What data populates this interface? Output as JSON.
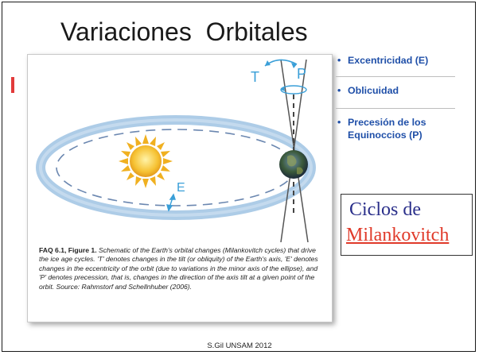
{
  "slide": {
    "title": "Variaciones  Orbitales",
    "footer": "S.Gil UNSAM 2012"
  },
  "figure": {
    "labels": {
      "tilt": "T",
      "precession": "P",
      "eccentricity": "E"
    },
    "caption": {
      "label": "FAQ 6.1, Figure 1.",
      "text": "Schematic of the Earth's orbital changes (Milankovitch cycles) that drive the ice age cycles. 'T' denotes changes in the tilt (or obliquity) of the Earth's axis, 'E' denotes changes in the eccentricity of the orbit (due to variations in the minor axis of the ellipse), and 'P' denotes precession, that is, changes in the direction of the axis tilt at a given point of the orbit. Source: Rahmstorf and Schellnhuber (2006)."
    },
    "colors": {
      "orbit": "#9fc3e3",
      "arrows": "#3a9fd8",
      "sun": "#f6c233",
      "axis_lines": "#555555"
    }
  },
  "bullets": [
    {
      "marker": "•",
      "text": "Excentricidad (E)"
    },
    {
      "marker": "•",
      "text": "Oblicuidad"
    },
    {
      "marker": "•",
      "text": "Precesión de los Equinoccios (P)"
    }
  ],
  "cycles_box": {
    "line1": "Ciclos de",
    "line2": "Milankovitch"
  },
  "colors": {
    "bullet_text": "#1f4fa8",
    "cycles_text": "#2a2f8a",
    "milankovitch_link": "#e03a2a"
  }
}
